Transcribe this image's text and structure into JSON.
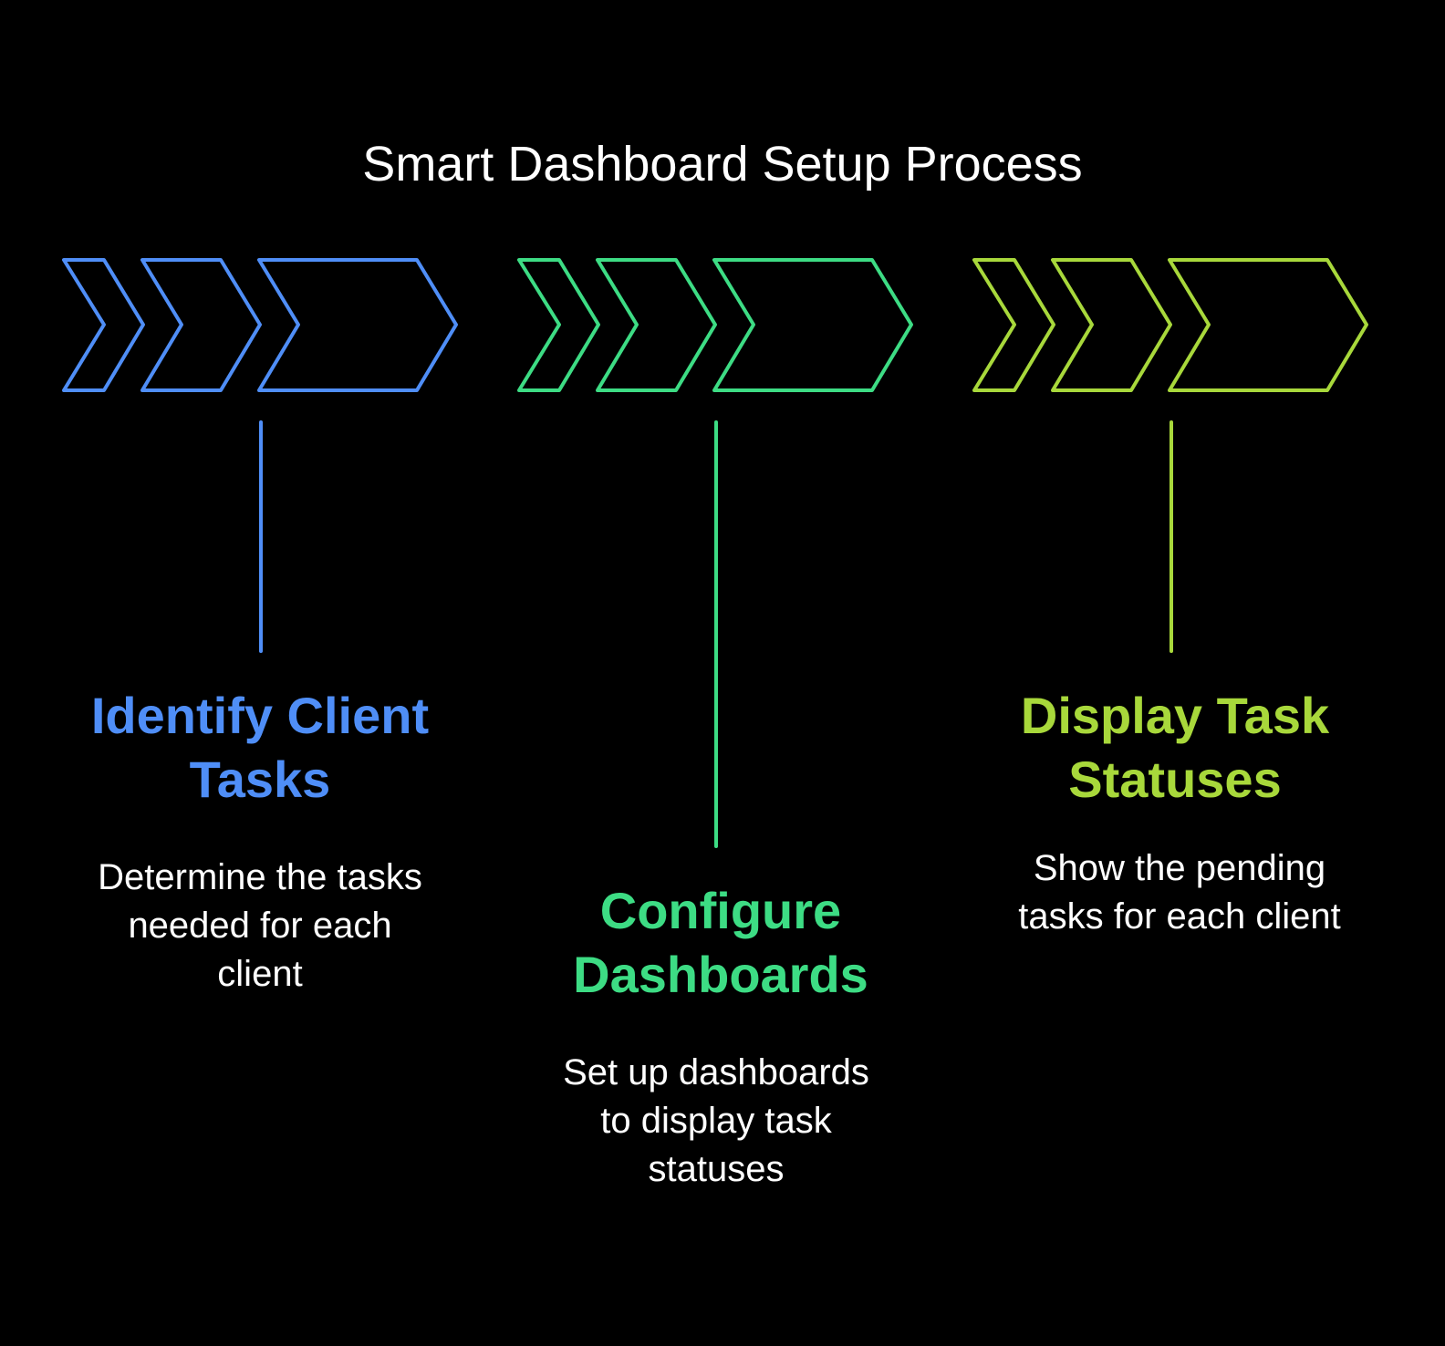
{
  "title": "Smart Dashboard Setup Process",
  "steps": [
    {
      "title_lines": [
        "Identify Client",
        "Tasks"
      ],
      "desc_lines": [
        "Determine the tasks",
        "needed for each",
        "client"
      ],
      "color": "#4F8EF7"
    },
    {
      "title_lines": [
        "Configure",
        "Dashboards"
      ],
      "desc_lines": [
        "Set up dashboards",
        "to display task",
        "statuses"
      ],
      "color": "#3DDC84"
    },
    {
      "title_lines": [
        "Display Task",
        "Statuses"
      ],
      "desc_lines": [
        "Show the pending",
        "tasks for each client"
      ],
      "color": "#A8D83B"
    }
  ]
}
